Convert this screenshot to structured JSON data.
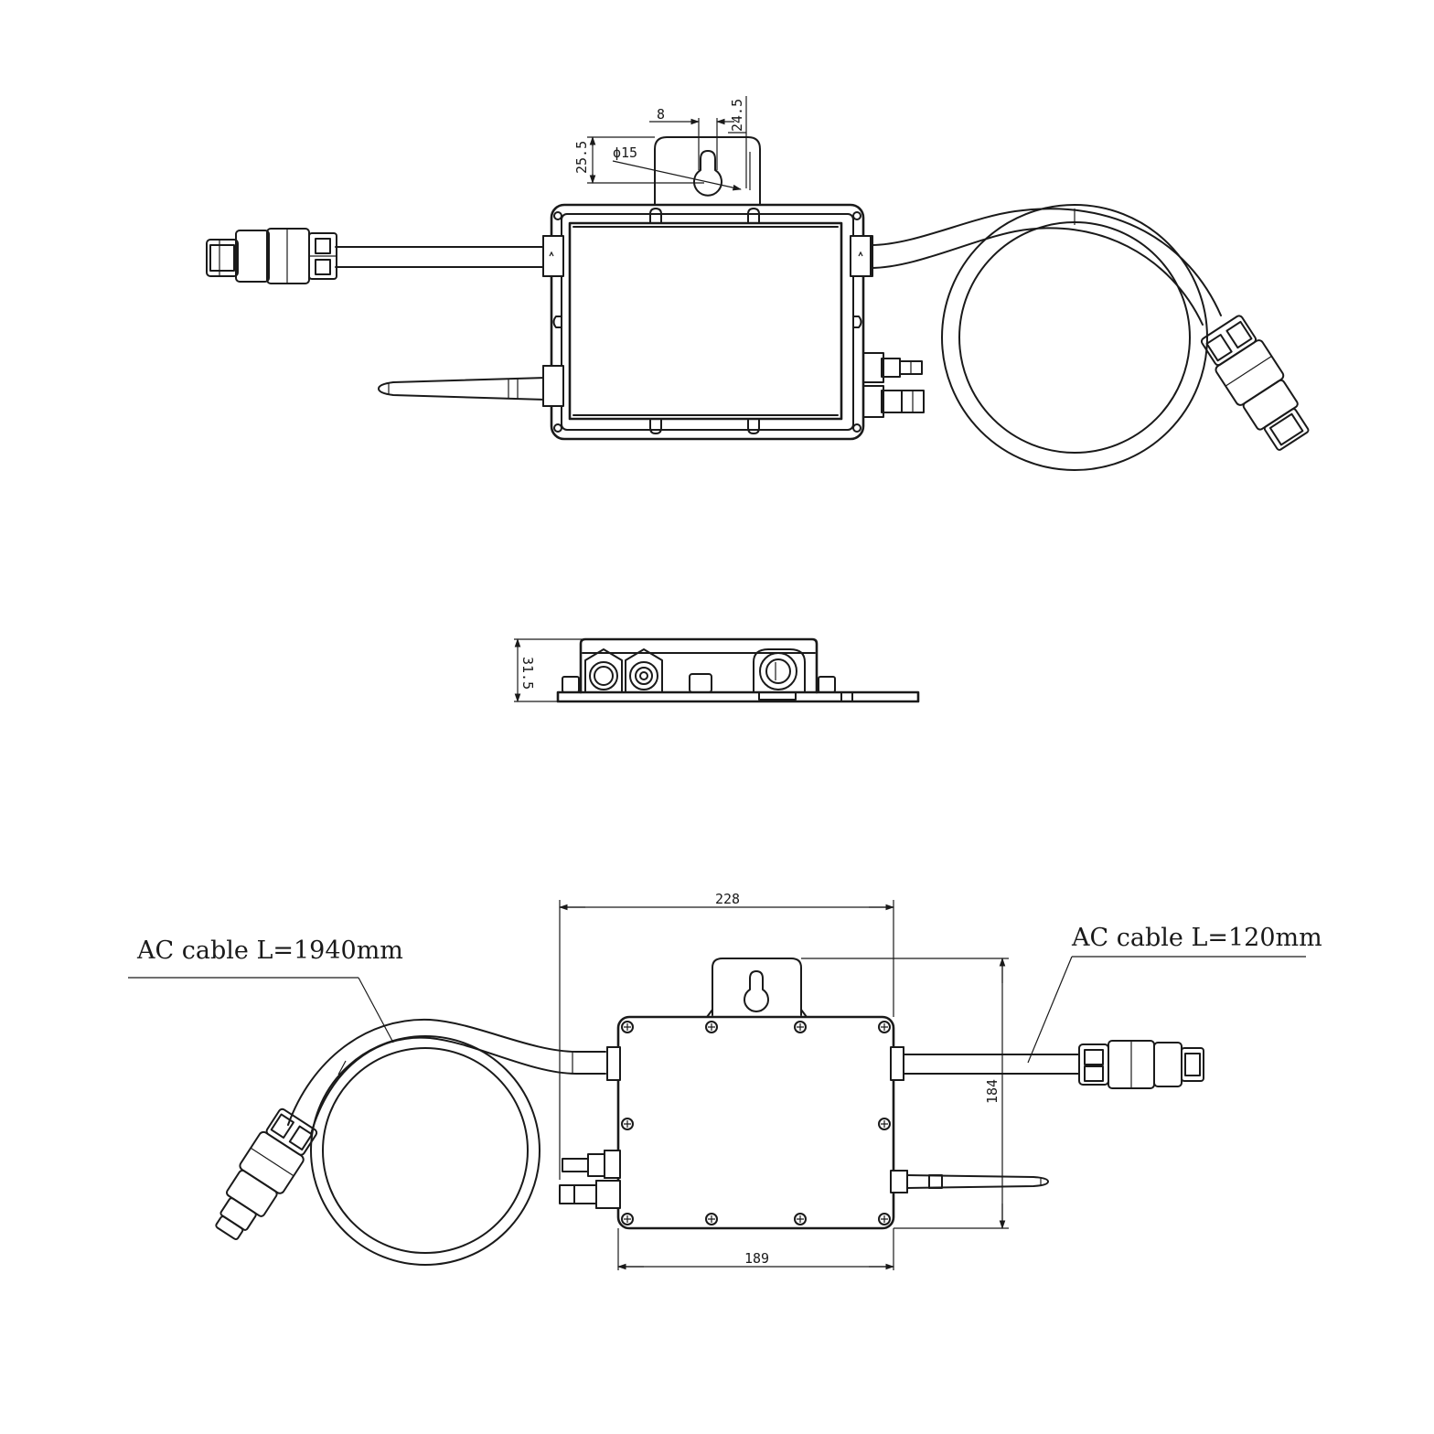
{
  "colors": {
    "line": "#1a1a1a",
    "background": "#ffffff"
  },
  "dimensions": {
    "top_slot_width": "8",
    "top_slot_offset": "24.5",
    "top_bracket_height": "25.5",
    "hole_diameter": "ϕ15",
    "side_height": "31.5",
    "overall_width": "228",
    "body_width": "189",
    "body_height": "184"
  },
  "callouts": {
    "left_cable": "AC cable L=1940mm",
    "right_cable": "AC cable L=120mm"
  }
}
